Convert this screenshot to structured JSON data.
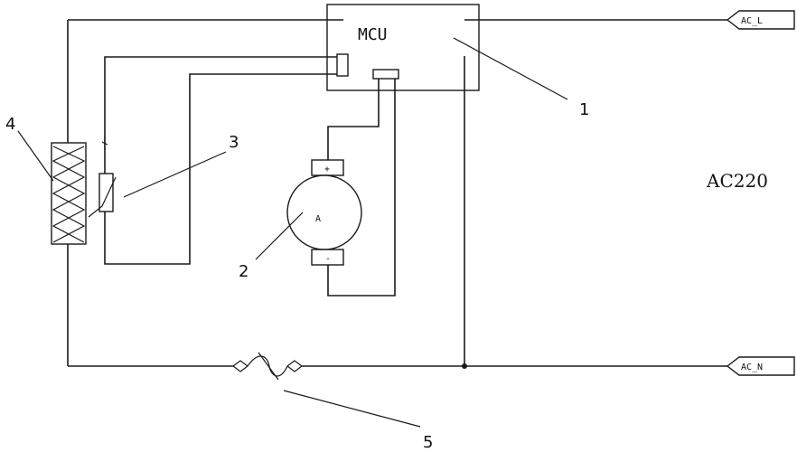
{
  "mcu": {
    "label": "MCU"
  },
  "terminals": {
    "live": "AC_L",
    "neutral": "AC_N"
  },
  "supply": {
    "label": "AC220"
  },
  "motor": {
    "letter": "A",
    "plus": "+",
    "minus": "-"
  },
  "callouts": {
    "c1": "1",
    "c2": "2",
    "c3": "3",
    "c4": "4",
    "c5": "5"
  }
}
